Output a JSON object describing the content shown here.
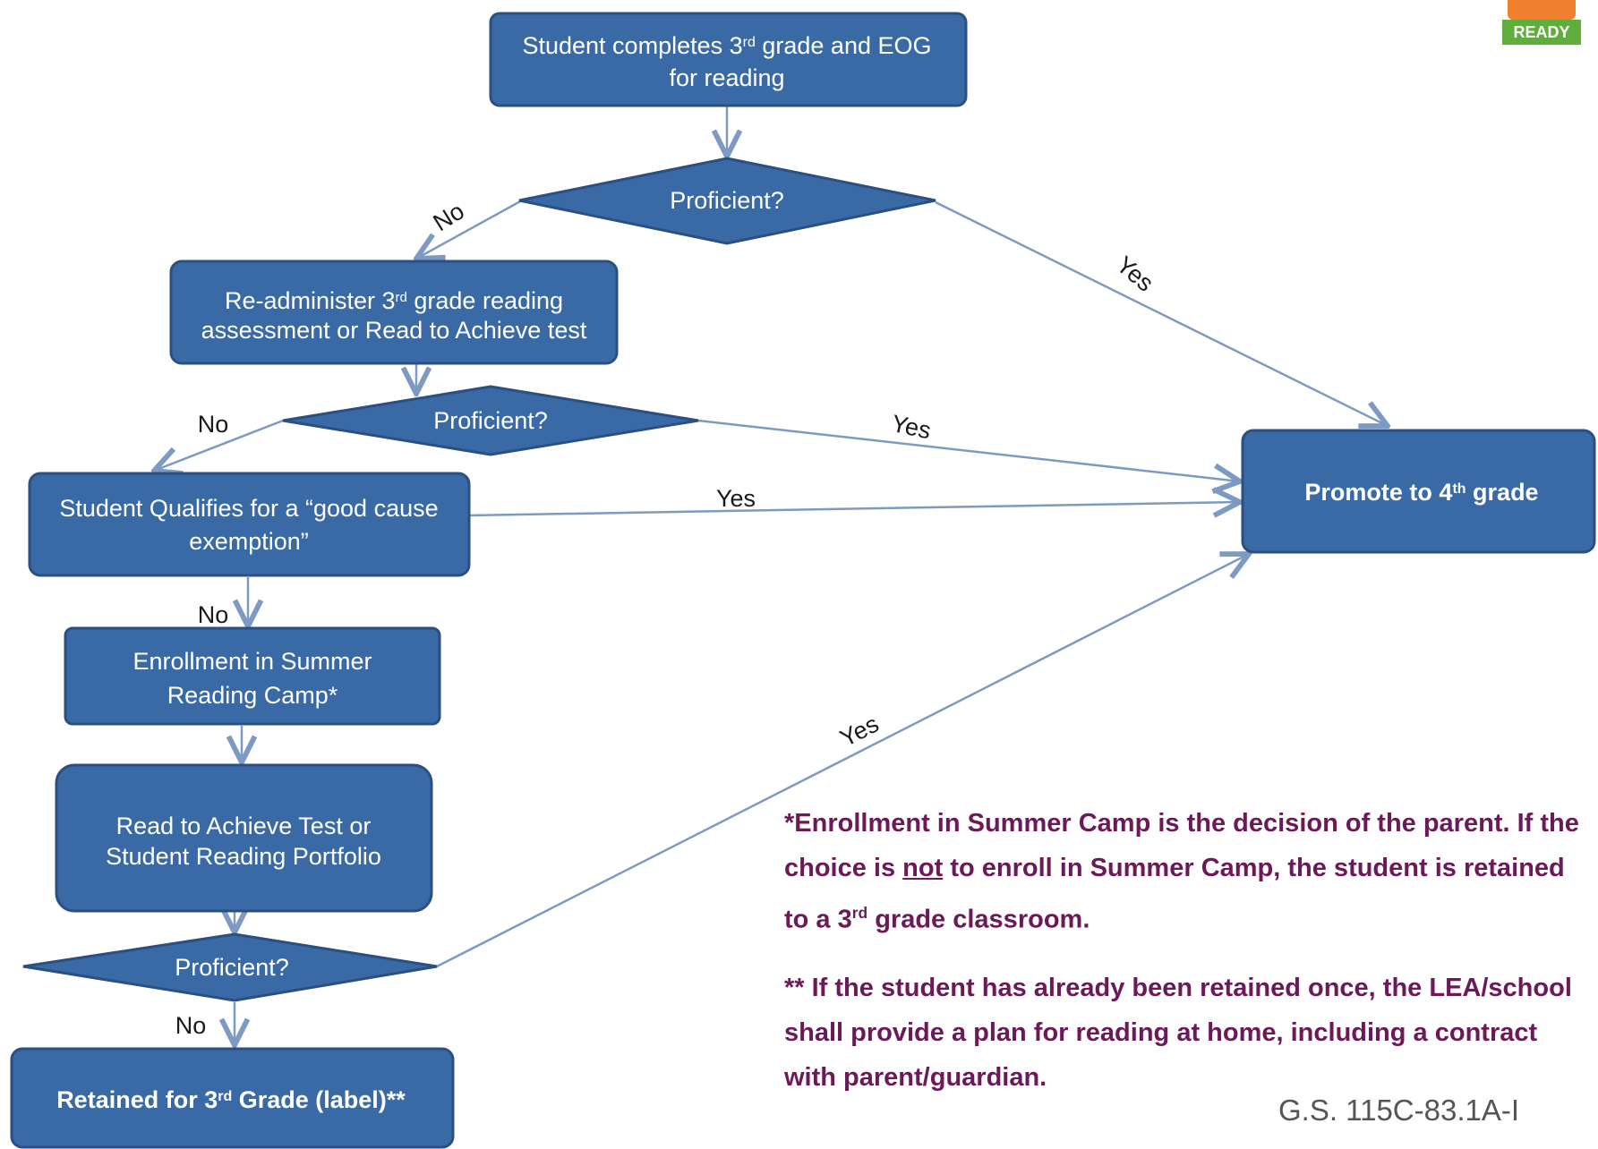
{
  "nodes": {
    "start": {
      "line1": "Student completes 3",
      "sup1": "rd",
      "line1b": " grade and EOG",
      "line2": "for reading"
    },
    "q1": {
      "label": "Proficient?"
    },
    "readminister": {
      "line1": "Re-administer 3",
      "sup1": "rd",
      "line1b": " grade reading",
      "line2": "assessment or Read to Achieve test"
    },
    "q2": {
      "label": "Proficient?"
    },
    "exemption": {
      "line1": "Student Qualifies for a “good cause",
      "line2": "exemption”"
    },
    "summer_camp": {
      "line1": "Enrollment in Summer",
      "line2": "Reading Camp*"
    },
    "read_test": {
      "line1": "Read to Achieve Test or",
      "line2": "Student Reading Portfolio"
    },
    "q3": {
      "label": "Proficient?"
    },
    "retained": {
      "line1": "Retained for 3",
      "sup1": "rd",
      "line1b": " Grade (label)**"
    },
    "promote": {
      "line1": "Promote to 4",
      "sup1": "th",
      "line1b": " grade"
    }
  },
  "edge_labels": {
    "q1_no": "No",
    "q1_yes": "Yes",
    "q2_no": "No",
    "q2_yes": "Yes",
    "exemption_yes": "Yes",
    "exemption_no": "No",
    "q3_yes": "Yes",
    "q3_no": "No"
  },
  "notes": {
    "note1_a": "*Enrollment in Summer Camp is the decision of the parent. If the choice is ",
    "note1_not": "not",
    "note1_b": " to enroll in Summer Camp, the student is retained to a 3",
    "note1_sup": "rd",
    "note1_c": " grade classroom.",
    "note2": "** If the student has already been retained once, the LEA/school shall provide a plan for reading at home, including a contract with parent/guardian."
  },
  "statute": "G.S. 115C-83.1A-I",
  "logo": {
    "text": "READY"
  },
  "colors": {
    "box_fill": "#3a6aa6",
    "box_stroke": "#2b4f80",
    "connector": "#7d9ac3",
    "note_text": "#6b1a57"
  }
}
